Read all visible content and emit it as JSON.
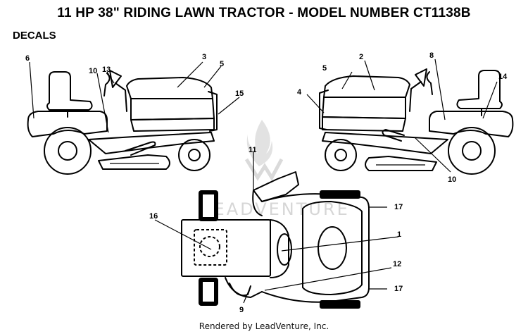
{
  "title": "11 HP 38\" RIDING LAWN TRACTOR - MODEL NUMBER CT1138B",
  "subtitle": "DECALS",
  "watermark": "LEADVENTURE",
  "credit": "Rendered by LeadVenture, Inc.",
  "callouts": {
    "c1": "1",
    "c2": "2",
    "c3": "3",
    "c4": "4",
    "c5_left": "5",
    "c5_right": "5",
    "c6": "6",
    "c8": "8",
    "c9": "9",
    "c10_left": "10",
    "c10_right": "10",
    "c11": "11",
    "c12": "12",
    "c13": "13",
    "c14": "14",
    "c15": "15",
    "c16": "16",
    "c17_top": "17",
    "c17_bottom": "17"
  },
  "colors": {
    "ink": "#000000",
    "watermark": "#d6d6d6",
    "background": "#ffffff"
  }
}
